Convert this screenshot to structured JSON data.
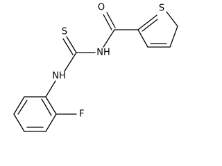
{
  "molecule": {
    "atoms": {
      "O": "O",
      "S_thiophene": "S",
      "S_thione": "S",
      "NH_amide": "NH",
      "NH_aniline": "NH",
      "F": "F"
    }
  }
}
